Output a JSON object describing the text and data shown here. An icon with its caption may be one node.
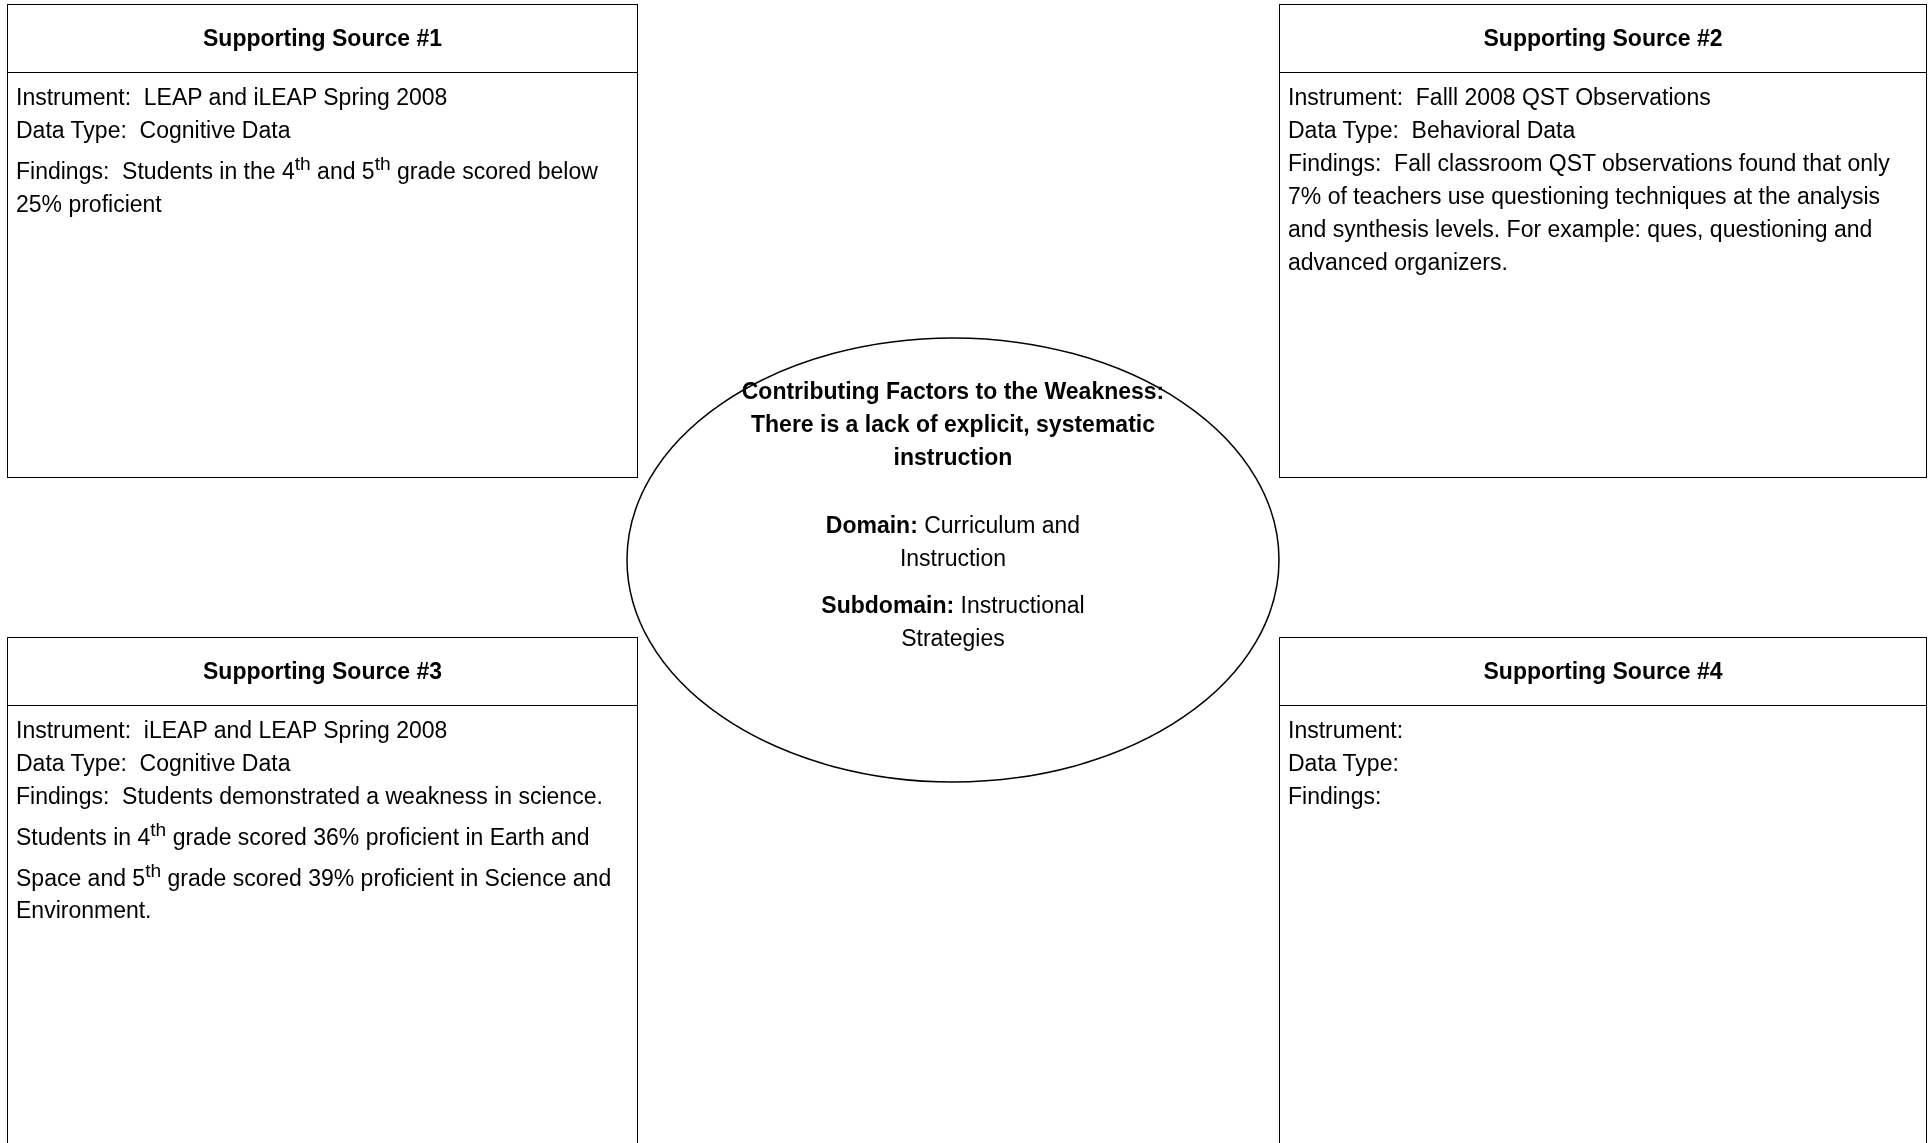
{
  "diagram": {
    "nodes": [
      {
        "text": [
          "Supporting Source #1",
          "Instrument:  LEAP and iLEAP Spring 2008",
          "Data Type:  Cognitive Data",
          "Findings:  Students in the 4$^{th}$ and 5$^{th}$ grade scored below 25% proficient"
        ]
      },
      {
        "text": [
          "Supporting Source #2",
          "Instrument:  Falll 2008 QST Observations",
          "Data Type:  Behavioral Data",
          "Findings:  Fall classroom QST observations found that only 7% of teachers use questioning techniques at the analysis and synthesis levels. For example: ques, questioning and advanced organizers."
        ]
      },
      {
        "text": [
          "Contributing Factors to the Weakness: There is a lack of explicit, systematic instruction",
          "**Domain:** Curriculum and Instruction",
          "**Subdomain:** Instructional Strategies"
        ]
      },
      {
        "text": [
          "Supporting Source #3",
          "Instrument:  iLEAP and LEAP Spring 2008",
          "Data Type:  Cognitive Data",
          "Findings:  Students demonstrated a weakness in science. Students in 4$^{th}$ grade scored 36% proficient in Earth and Space and 5$^{th}$ grade scored 39% proficient in Science and Environment."
        ]
      },
      {
        "text": [
          "Supporting Source #4",
          "Instrument:",
          "Data Type:",
          "Findings:"
        ]
      }
    ]
  }
}
